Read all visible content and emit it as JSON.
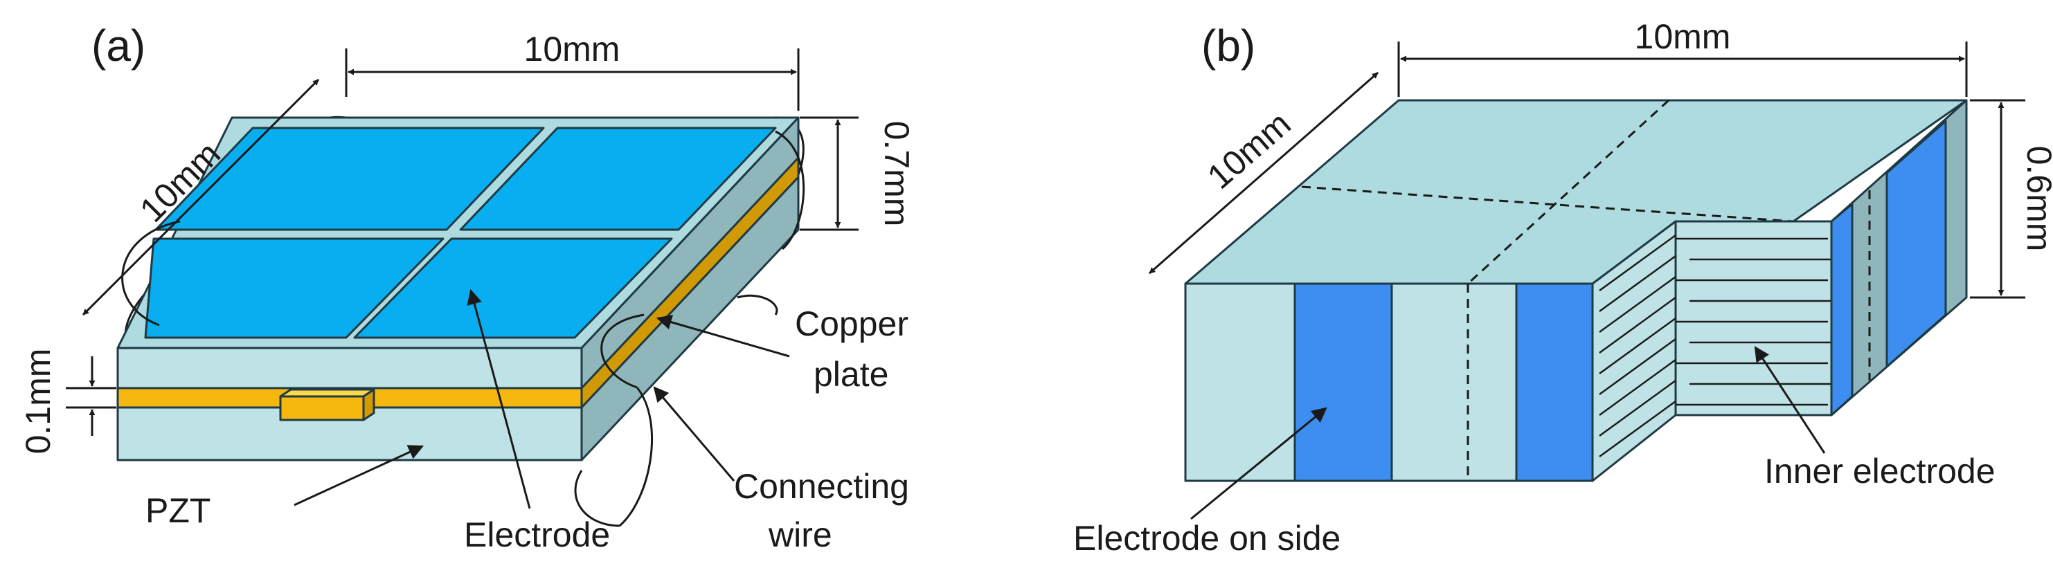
{
  "panel_a": {
    "panel_label": "(a)",
    "width_label": "10mm",
    "depth_label": "10mm",
    "thickness_label": "0.7mm",
    "layer_label": "0.1mm",
    "copper_label_line1": "Copper",
    "copper_label_line2": "plate",
    "wire_label_line1": "Connecting",
    "wire_label_line2": "wire",
    "electrode_label": "Electrode",
    "pzt_label": "PZT"
  },
  "panel_b": {
    "panel_label": "(b)",
    "width_label": "10mm",
    "depth_label": "10mm",
    "thickness_label": "0.6mm",
    "side_electrode_label": "Electrode on side",
    "inner_electrode_label": "Inner electrode"
  },
  "colors": {
    "ceramic_face": "#bfe2e6",
    "ceramic_top": "#aedbe0",
    "ceramic_side": "#8fb7bb",
    "electrode_cyan": "#08aeef",
    "electrode_blue": "#3d8ef0",
    "copper": "#f6b80f",
    "copper_side": "#d19a05",
    "outline": "#1f3a44"
  }
}
